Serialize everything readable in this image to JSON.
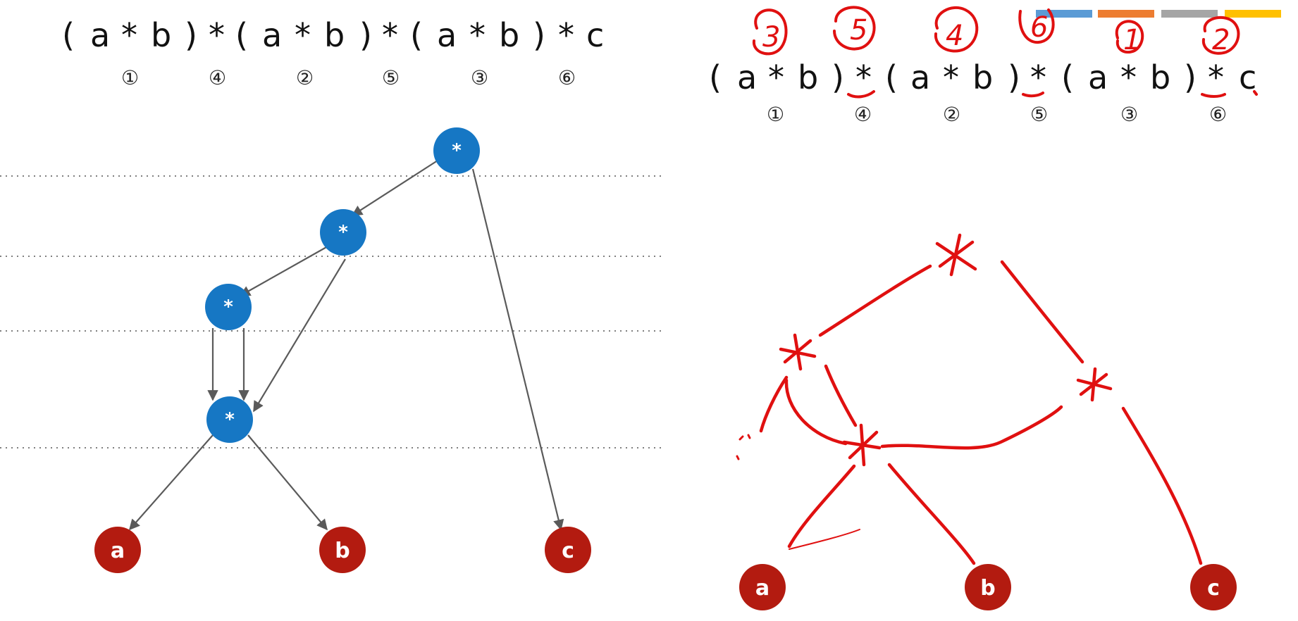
{
  "left_panel": {
    "expression_tokens": [
      "(",
      "a",
      "*",
      "b",
      ")",
      "*",
      "(",
      "a",
      "*",
      "b",
      ")",
      "*",
      "(",
      "a",
      "*",
      "b",
      ")",
      "*",
      "c"
    ],
    "order_marks": [
      "①",
      "④",
      "②",
      "⑤",
      "③",
      "⑥"
    ],
    "operator_node_label": "*",
    "leaf_labels": [
      "a",
      "b",
      "c"
    ],
    "colors": {
      "operator_node": "#1677c4",
      "leaf_node": "#b31b10",
      "edge": "#5a5a5a",
      "level_line": "#555555"
    }
  },
  "right_panel": {
    "expression_tokens": [
      "(",
      "a",
      "*",
      "b",
      ")",
      "*",
      "(",
      "a",
      "*",
      "b",
      ")",
      "*",
      "(",
      "a",
      "*",
      "b",
      ")",
      "*",
      "c"
    ],
    "order_marks": [
      "①",
      "④",
      "②",
      "⑤",
      "③",
      "⑥"
    ],
    "handwritten_numbers": [
      "3",
      "5",
      "4",
      "6",
      "1",
      "2"
    ],
    "leaf_labels": [
      "a",
      "b",
      "c"
    ],
    "colors": {
      "ink": "#e01010",
      "leaf_node": "#b31b10",
      "palette": [
        "#5b9bd5",
        "#ed7d31",
        "#a5a5a5",
        "#ffc000"
      ]
    }
  }
}
